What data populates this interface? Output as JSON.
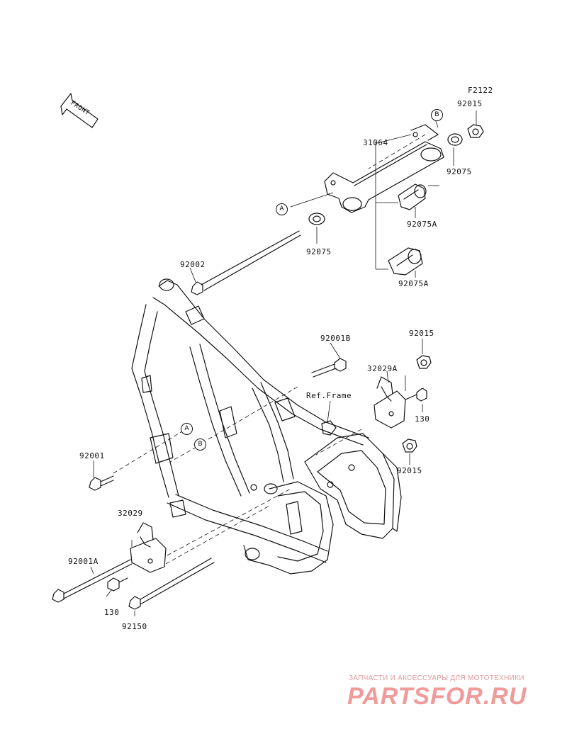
{
  "diagram_code": "F2122",
  "front_arrow_label": "FRONT",
  "ref_frame_label": "Ref.Frame",
  "callouts": {
    "a": "A",
    "b": "B"
  },
  "parts": {
    "p31064": "31064",
    "p92015_top": "92015",
    "p92075_right": "92075",
    "p92075A_1": "92075A",
    "p92075_left": "92075",
    "p92075A_2": "92075A",
    "p92002": "92002",
    "p92001B": "92001B",
    "p92015_mid": "92015",
    "p32029A": "32029A",
    "p130_right": "130",
    "p92015_low": "92015",
    "p92001": "92001",
    "p32029": "32029",
    "p92001A": "92001A",
    "p130_left": "130",
    "p92150": "92150"
  },
  "watermark": {
    "subtitle": "ЗАПЧАСТИ И АКСЕССУАРЫ ДЛЯ МОТОТЕХНИКИ",
    "logo": "PARTSFOR.RU"
  }
}
